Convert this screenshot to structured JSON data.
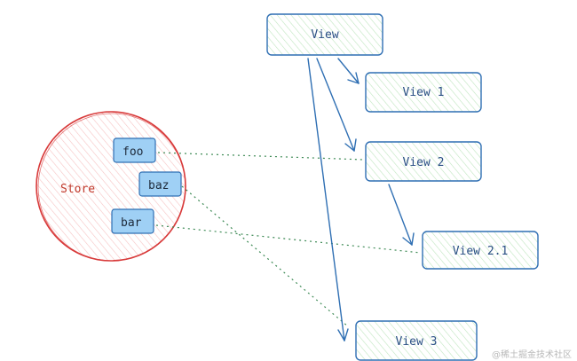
{
  "colors": {
    "view_stroke": "#2f6fb3",
    "view_fill": "#d7f0d7",
    "view_text": "#2a4f85",
    "store_stroke": "#d83a3a",
    "store_fill": "#fbd4d4",
    "store_text": "#c0392b",
    "state_fill": "#9fd0f5",
    "state_stroke": "#2f6fb3",
    "arrow": "#2f6fb3",
    "dotted": "#3d8a55"
  },
  "store": {
    "label": "Store"
  },
  "state_items": [
    {
      "id": "foo",
      "label": "foo"
    },
    {
      "id": "baz",
      "label": "baz"
    },
    {
      "id": "bar",
      "label": "bar"
    }
  ],
  "views": [
    {
      "id": "view",
      "label": "View"
    },
    {
      "id": "view1",
      "label": "View 1"
    },
    {
      "id": "view2",
      "label": "View 2"
    },
    {
      "id": "view21",
      "label": "View 2.1"
    },
    {
      "id": "view3",
      "label": "View 3"
    }
  ],
  "watermark": "@稀土掘金技术社区"
}
